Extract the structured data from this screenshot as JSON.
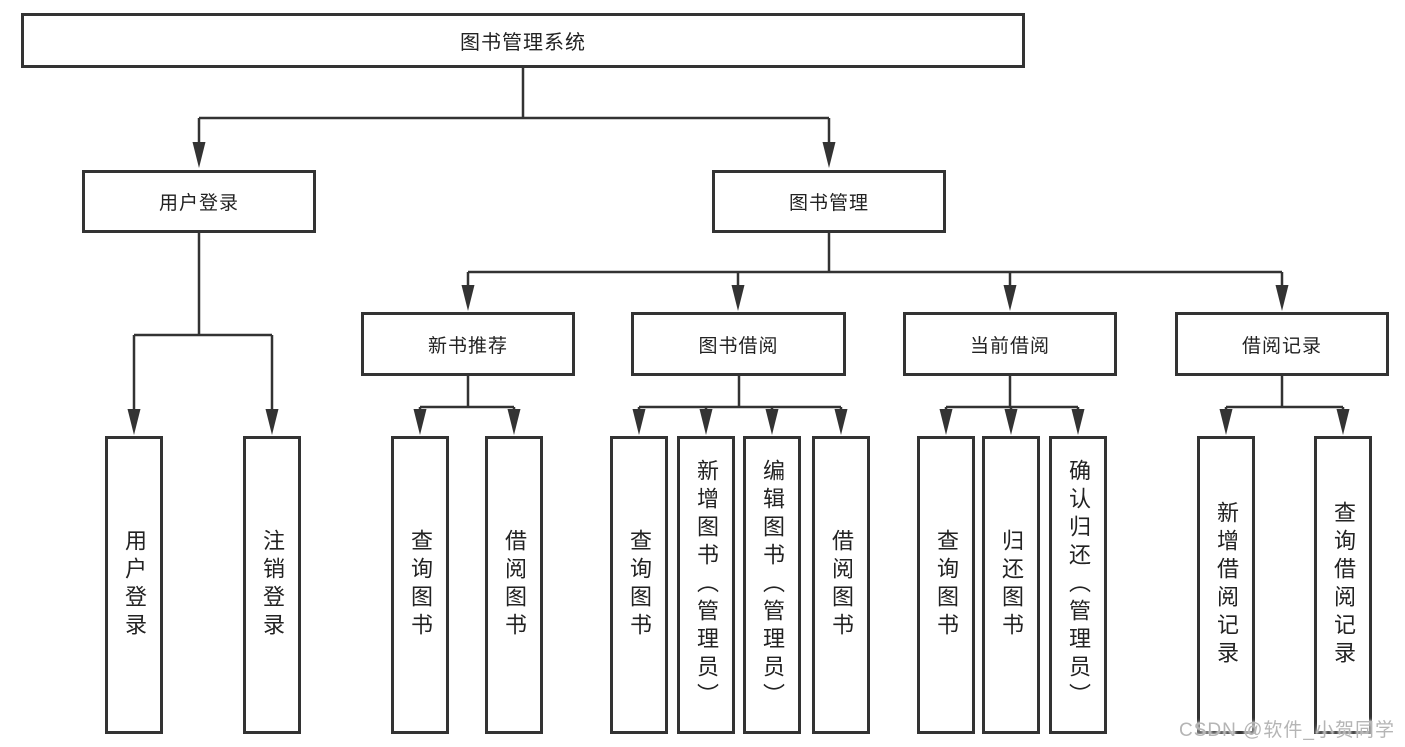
{
  "colors": {
    "background": "#ffffff",
    "line": "#333333",
    "box_border": "#333333",
    "text": "#222222",
    "watermark": "#b5b5b5"
  },
  "watermark": {
    "text": "CSDN @软件_小贺同学"
  },
  "tree": {
    "root": {
      "label": "图书管理系统"
    },
    "level2": [
      {
        "label": "用户登录",
        "children": [
          {
            "label": "用户登录"
          },
          {
            "label": "注销登录"
          }
        ]
      },
      {
        "label": "图书管理",
        "children": [
          {
            "label": "新书推荐",
            "children": [
              {
                "label": "查询图书"
              },
              {
                "label": "借阅图书"
              }
            ]
          },
          {
            "label": "图书借阅",
            "children": [
              {
                "label": "查询图书"
              },
              {
                "label": "新增图书（管理员）"
              },
              {
                "label": "编辑图书（管理员）"
              },
              {
                "label": "借阅图书"
              }
            ]
          },
          {
            "label": "当前借阅",
            "children": [
              {
                "label": "查询图书"
              },
              {
                "label": "归还图书"
              },
              {
                "label": "确认归还（管理员）"
              }
            ]
          },
          {
            "label": "借阅记录",
            "children": [
              {
                "label": "新增借阅记录"
              },
              {
                "label": "查询借阅记录"
              }
            ]
          }
        ]
      }
    ]
  }
}
